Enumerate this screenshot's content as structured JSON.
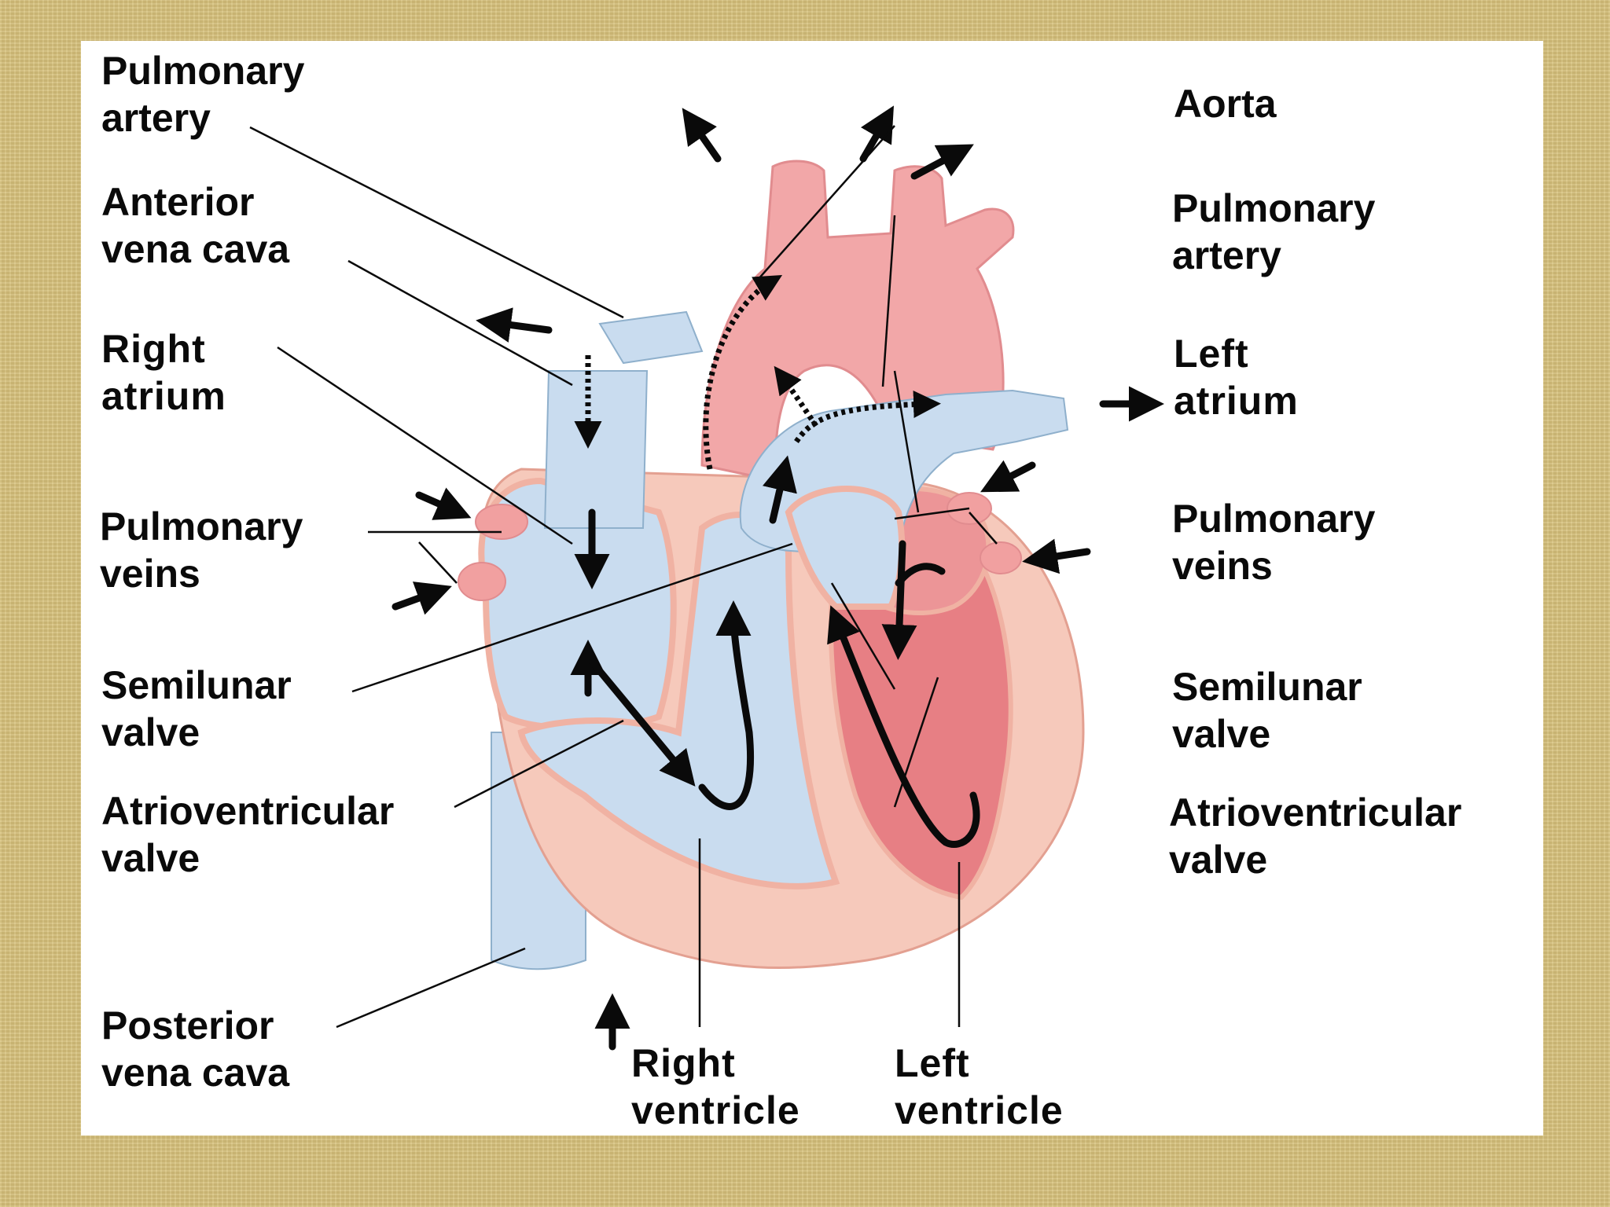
{
  "colors": {
    "background": "#d6c07a",
    "panel": "#ffffff",
    "deoxygenated_blood": "#c9dcef",
    "oxygenated_blood": "#f2a7a8",
    "heart_wall": "#f6c9bb",
    "text": "#0a0a0a"
  },
  "labels": {
    "pulmonary_artery_left": {
      "line1": "Pulmonary",
      "line2": "artery"
    },
    "anterior_vena_cava": {
      "line1": "Anterior",
      "line2": "vena cava"
    },
    "right_atrium": {
      "line1": "Right",
      "line2": "atrium"
    },
    "pulmonary_veins_left": {
      "line1": "Pulmonary",
      "line2": "veins"
    },
    "semilunar_valve_left": {
      "line1": "Semilunar",
      "line2": "valve"
    },
    "atrioventricular_valve_left": {
      "line1": "Atrioventricular",
      "line2": "valve"
    },
    "posterior_vena_cava": {
      "line1": "Posterior",
      "line2": "vena cava"
    },
    "right_ventricle": {
      "line1": "Right",
      "line2": "ventricle"
    },
    "left_ventricle": {
      "line1": "Left",
      "line2": "ventricle"
    },
    "aorta": {
      "line1": "Aorta"
    },
    "pulmonary_artery_right": {
      "line1": "Pulmonary",
      "line2": "artery"
    },
    "left_atrium": {
      "line1": "Left",
      "line2": "atrium"
    },
    "pulmonary_veins_right": {
      "line1": "Pulmonary",
      "line2": "veins"
    },
    "semilunar_valve_right": {
      "line1": "Semilunar",
      "line2": "valve"
    },
    "atrioventricular_valve_right": {
      "line1": "Atrioventricular",
      "line2": "valve"
    }
  }
}
